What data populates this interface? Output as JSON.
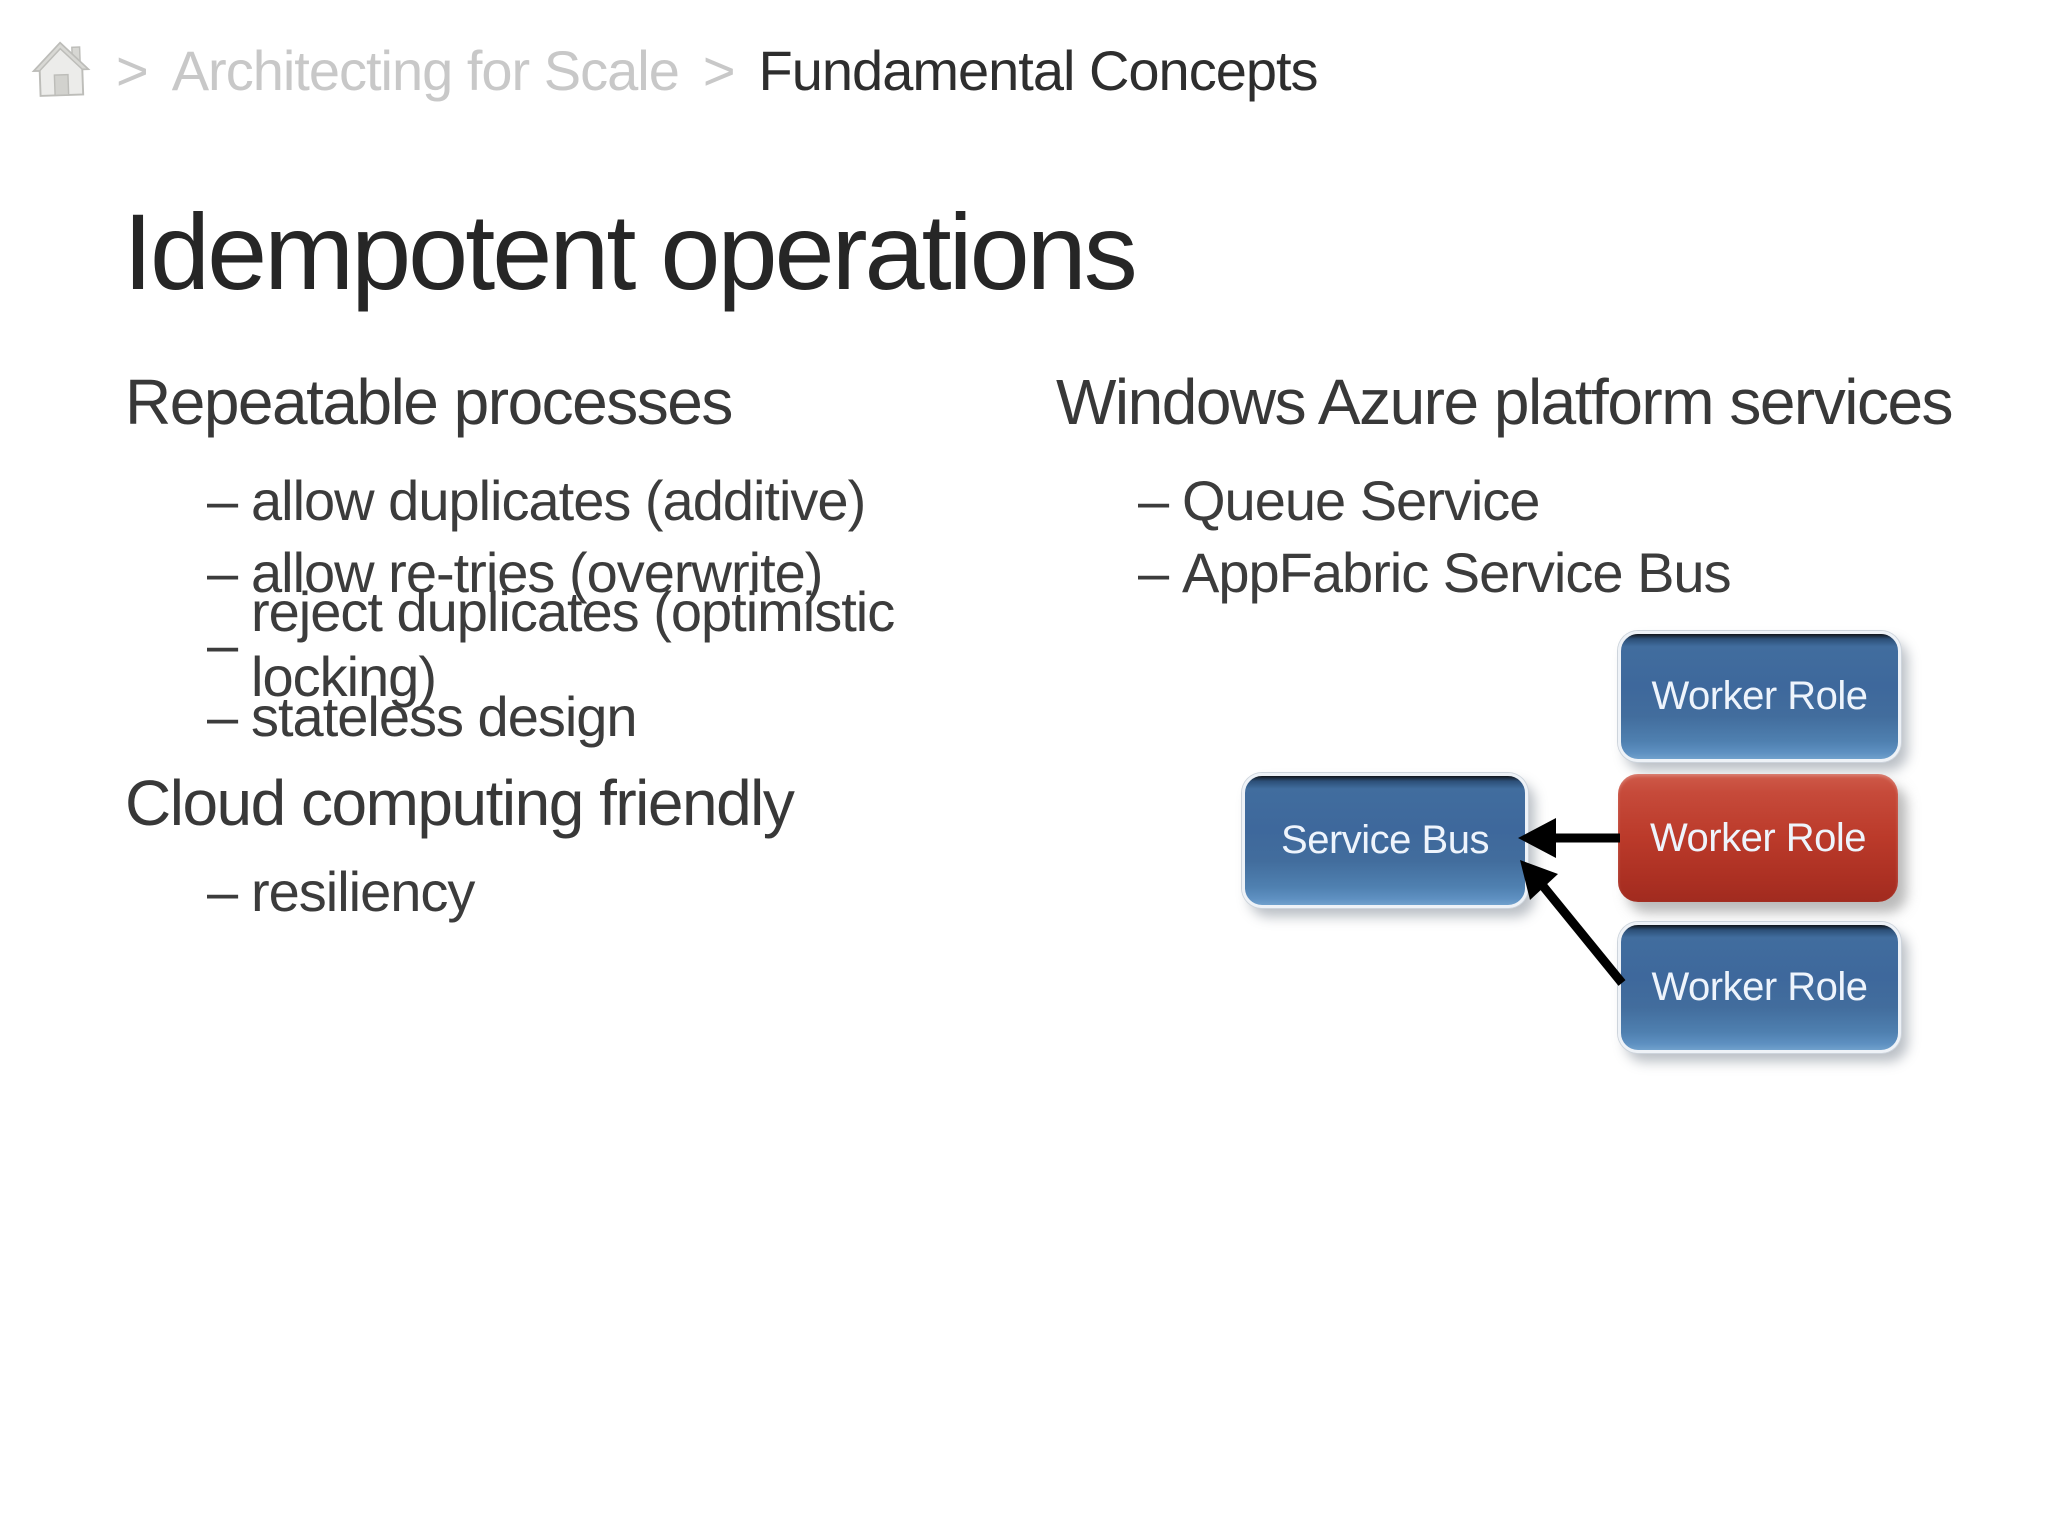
{
  "breadcrumb": {
    "separator": ">",
    "home_icon": "home-icon",
    "parent": "Architecting for Scale",
    "current": "Fundamental Concepts"
  },
  "slide": {
    "title": "Idempotent operations"
  },
  "bullet_marker": "–",
  "left_column": {
    "section1": {
      "heading": "Repeatable processes",
      "bullets": [
        "allow duplicates (additive)",
        "allow re-tries (overwrite)",
        "reject duplicates (optimistic locking)",
        "stateless design"
      ]
    },
    "section2": {
      "heading": "Cloud computing friendly",
      "bullets": [
        "resiliency"
      ]
    }
  },
  "right_column": {
    "heading": "Windows Azure platform services",
    "bullets": [
      "Queue Service",
      "AppFabric Service Bus"
    ]
  },
  "diagram": {
    "nodes": {
      "service_bus": {
        "label": "Service Bus",
        "color": "#3e689c"
      },
      "worker_top": {
        "label": "Worker Role",
        "color": "#3e689c"
      },
      "worker_middle": {
        "label": "Worker Role",
        "color": "#bb3a2a"
      },
      "worker_bottom": {
        "label": "Worker Role",
        "color": "#3e689c"
      }
    },
    "edges": [
      {
        "from": "worker_middle",
        "to": "service_bus"
      },
      {
        "from": "worker_bottom",
        "to": "service_bus"
      }
    ],
    "arrow_color": "#000000"
  },
  "colors": {
    "background": "#ffffff",
    "breadcrumb_muted": "#c8c8c8",
    "breadcrumb_current": "#2e2e2e",
    "title_text": "#262626",
    "body_text": "#3c3c3c",
    "node_label": "#eef4fc"
  }
}
